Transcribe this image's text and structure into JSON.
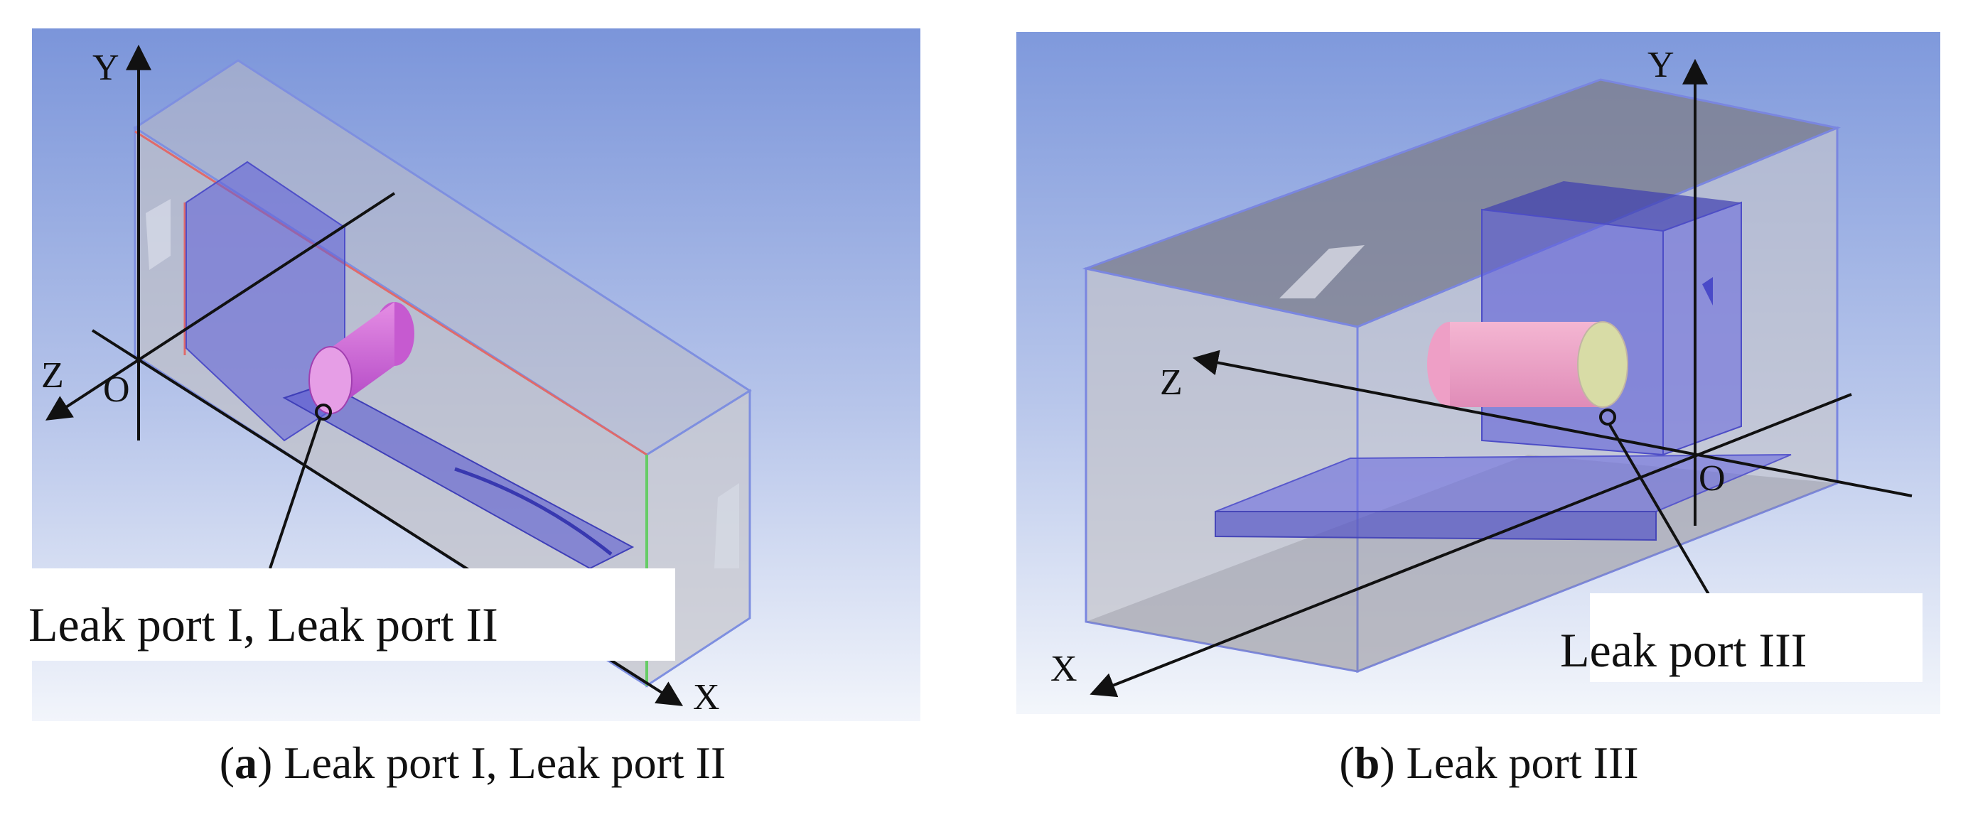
{
  "panel_a": {
    "axes": {
      "y": "Y",
      "z": "Z",
      "origin": "O",
      "x": "X"
    },
    "callout": "Leak port I, Leak port II",
    "caption_letter": "a",
    "caption_text": "Leak port I, Leak port II"
  },
  "panel_b": {
    "axes": {
      "y": "Y",
      "z": "Z",
      "origin": "O",
      "x": "X"
    },
    "callout": "Leak port III",
    "caption_letter": "b",
    "caption_text": "Leak port III"
  },
  "colors": {
    "background_top": "#7f99dc",
    "background_bottom": "#f1f4fb",
    "box_fill": "#b9b9c2",
    "box_edge": "#6f7fe0",
    "equipment_fill": "#6c6ce0",
    "cylinder_a": "#d96ad8",
    "cylinder_b": "#ec9cc4",
    "cylinder_b_end": "#d8dca6"
  }
}
